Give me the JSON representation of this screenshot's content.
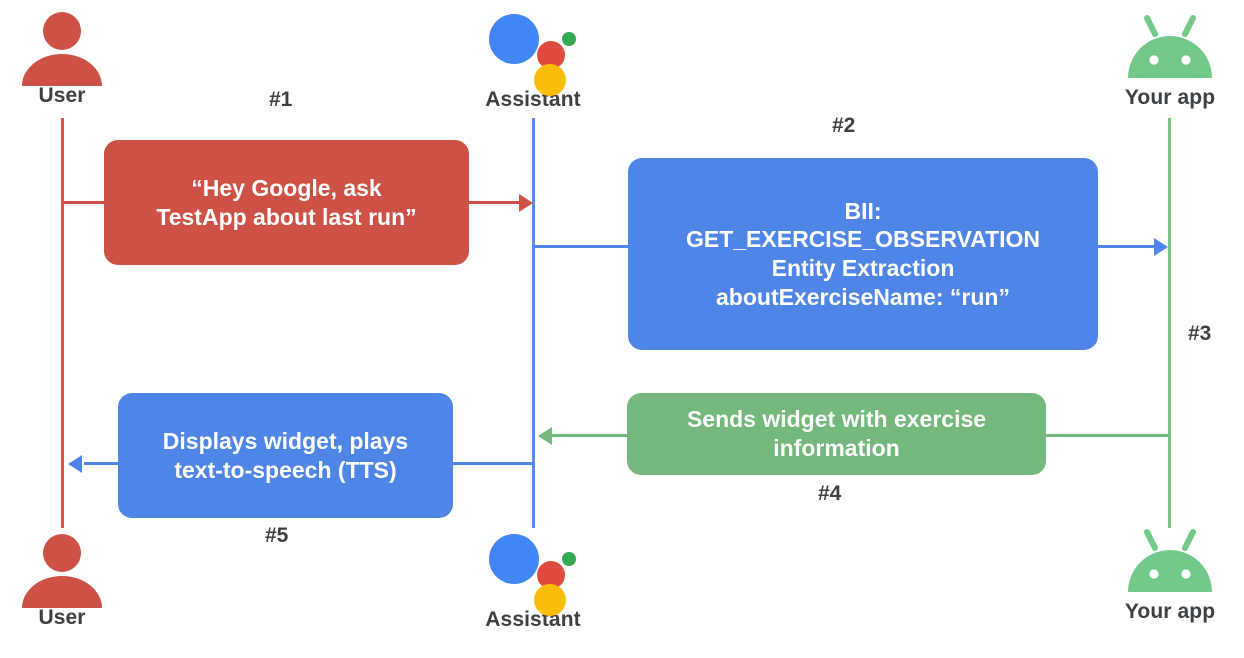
{
  "diagram": {
    "title": "Google Assistant App Actions sequence diagram",
    "colors": {
      "red": "#cd5245",
      "blue": "#5085e8",
      "green": "#74b87c",
      "text_dark": "#3c4043",
      "background": "#ffffff"
    }
  },
  "actors": {
    "top": [
      {
        "id": "user-top",
        "label": "User",
        "icon": "user-icon"
      },
      {
        "id": "assistant-top",
        "label": "Assistant",
        "icon": "google-assistant-icon"
      },
      {
        "id": "app-top",
        "label": "Your app",
        "icon": "android-icon"
      }
    ],
    "bottom": [
      {
        "id": "user-bottom",
        "label": "User",
        "icon": "user-icon"
      },
      {
        "id": "assistant-bottom",
        "label": "Assistant",
        "icon": "google-assistant-icon"
      },
      {
        "id": "app-bottom",
        "label": "Your app",
        "icon": "android-icon"
      }
    ]
  },
  "steps": [
    {
      "number": "#1",
      "from": "User",
      "to": "Assistant"
    },
    {
      "number": "#2",
      "from": "Assistant",
      "to": "Your app"
    },
    {
      "number": "#3",
      "from": "Assistant",
      "to": "Your app"
    },
    {
      "number": "#4",
      "from": "Your app",
      "to": "Assistant"
    },
    {
      "number": "#5",
      "from": "Assistant",
      "to": "User"
    }
  ],
  "messages": {
    "step1": {
      "color": "red",
      "line1": "“Hey Google, ask",
      "line2": "TestApp about last run”"
    },
    "step2": {
      "color": "blue",
      "line1": "BII:",
      "line2": "GET_EXERCISE_OBSERVATION",
      "line3": "Entity Extraction",
      "line4": "aboutExerciseName: “run”"
    },
    "step4": {
      "color": "green",
      "line1": "Sends widget with exercise",
      "line2": "information"
    },
    "step5": {
      "color": "blue",
      "line1": "Displays widget, plays",
      "line2": "text-to-speech (TTS)"
    }
  }
}
